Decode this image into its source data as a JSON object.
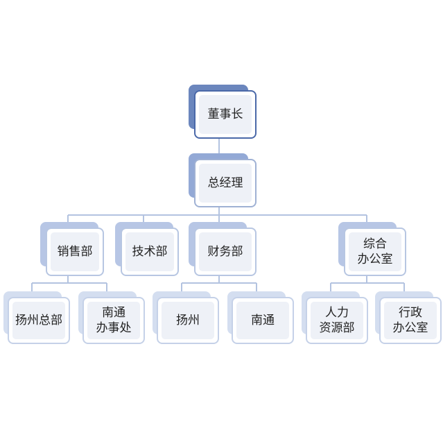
{
  "colors": {
    "connector": "#b3c3e0",
    "level1": "#4a68a8",
    "level2": "#9fb1d4",
    "level3": "#b7c6e2",
    "level4": "#c5d1e8"
  },
  "org": {
    "chairman": "董事长",
    "general_manager": "总经理",
    "sales": "销售部",
    "tech": "技术部",
    "finance": "财务部",
    "admin_office": "综合\n办公室",
    "yangzhou_hq": "扬州总部",
    "nantong_office": "南通\n办事处",
    "yangzhou": "扬州",
    "nantong": "南通",
    "hr": "人力\n资源部",
    "executive_office": "行政\n办公室"
  }
}
